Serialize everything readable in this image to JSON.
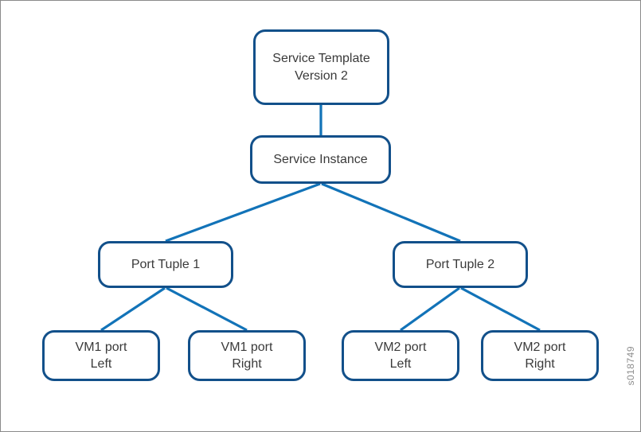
{
  "diagram": {
    "type": "tree",
    "background_color": "#ffffff",
    "border_color": "#8a8a8a",
    "node_border_color": "#12508a",
    "connector_color": "#1273b8",
    "text_color": "#3a3a3a",
    "nodes": {
      "service_template": "Service Template\nVersion 2",
      "service_instance": "Service Instance",
      "port_tuple_1": "Port Tuple 1",
      "port_tuple_2": "Port Tuple 2",
      "vm1_port_left": "VM1 port\nLeft",
      "vm1_port_right": "VM1 port\nRight",
      "vm2_port_left": "VM2 port\nLeft",
      "vm2_port_right": "VM2 port\nRight"
    },
    "edges": [
      {
        "from": "service_template",
        "to": "service_instance"
      },
      {
        "from": "service_instance",
        "to": "port_tuple_1"
      },
      {
        "from": "service_instance",
        "to": "port_tuple_2"
      },
      {
        "from": "port_tuple_1",
        "to": "vm1_port_left"
      },
      {
        "from": "port_tuple_1",
        "to": "vm1_port_right"
      },
      {
        "from": "port_tuple_2",
        "to": "vm2_port_left"
      },
      {
        "from": "port_tuple_2",
        "to": "vm2_port_right"
      }
    ]
  },
  "watermark": {
    "text": "s018749"
  }
}
